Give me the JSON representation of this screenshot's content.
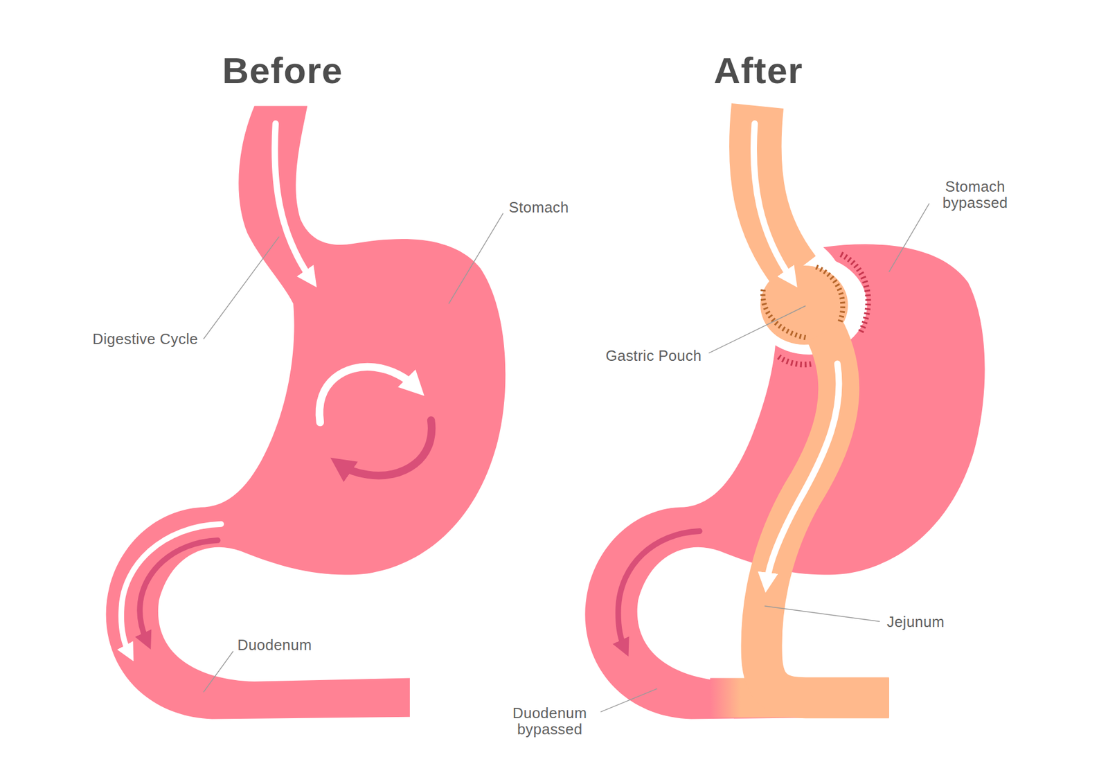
{
  "diagram": {
    "labels": [
      "Before",
      "After",
      "Stomach",
      "Digestive Cycle",
      "Duodenum",
      "Stomach bypassed",
      "Gastric Pouch",
      "Jejunum",
      "Duodenum bypassed"
    ]
  }
}
